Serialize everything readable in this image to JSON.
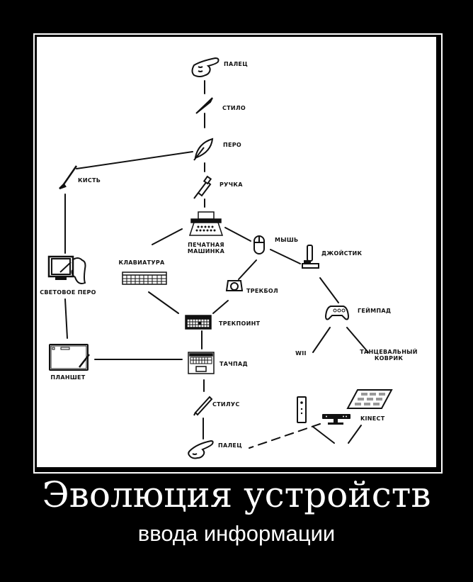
{
  "title": "Эволюция устройств",
  "subtitle": "ввода информации",
  "nodes": {
    "finger_top": "ПАЛЕЦ",
    "stylo": "СТИЛО",
    "quill": "ПЕРО",
    "brush": "КИСТЬ",
    "pen": "РУЧКА",
    "typewriter_1": "ПЕЧАТНАЯ",
    "typewriter_2": "МАШИНКА",
    "mouse": "МЫШЬ",
    "joystick": "ДЖОЙСТИК",
    "light_pen": "СВЕТОВОЕ ПЕРО",
    "keyboard": "КЛАВИАТУРА",
    "trackball": "ТРЕКБОЛ",
    "gamepad": "ГЕЙМПАД",
    "trackpoint": "ТРЕКПОИНТ",
    "tablet": "ПЛАНШЕТ",
    "touchpad": "ТАЧПАД",
    "wii": "WII",
    "dance_mat_1": "ТАНЦЕВАЛЬНЫЙ",
    "dance_mat_2": "КОВРИК",
    "stylus": "СТИЛУС",
    "kinect": "KINECT",
    "finger_bottom": "ПАЛЕЦ"
  },
  "edges": [
    [
      "finger_top",
      "stylo"
    ],
    [
      "stylo",
      "quill"
    ],
    [
      "quill",
      "brush"
    ],
    [
      "quill",
      "pen"
    ],
    [
      "pen",
      "typewriter"
    ],
    [
      "brush",
      "light_pen"
    ],
    [
      "typewriter",
      "keyboard"
    ],
    [
      "typewriter",
      "mouse"
    ],
    [
      "mouse",
      "joystick"
    ],
    [
      "mouse",
      "trackball"
    ],
    [
      "joystick",
      "gamepad"
    ],
    [
      "keyboard",
      "trackpoint"
    ],
    [
      "trackball",
      "trackpoint"
    ],
    [
      "light_pen",
      "tablet"
    ],
    [
      "tablet",
      "touchpad"
    ],
    [
      "trackpoint",
      "touchpad"
    ],
    [
      "gamepad",
      "wii"
    ],
    [
      "gamepad",
      "dance_mat"
    ],
    [
      "touchpad",
      "stylus"
    ],
    [
      "stylus",
      "finger_bottom"
    ],
    [
      "wii",
      "kinect"
    ],
    [
      "dance_mat",
      "kinect"
    ],
    [
      "kinect",
      "finger_bottom",
      "dashed"
    ]
  ]
}
